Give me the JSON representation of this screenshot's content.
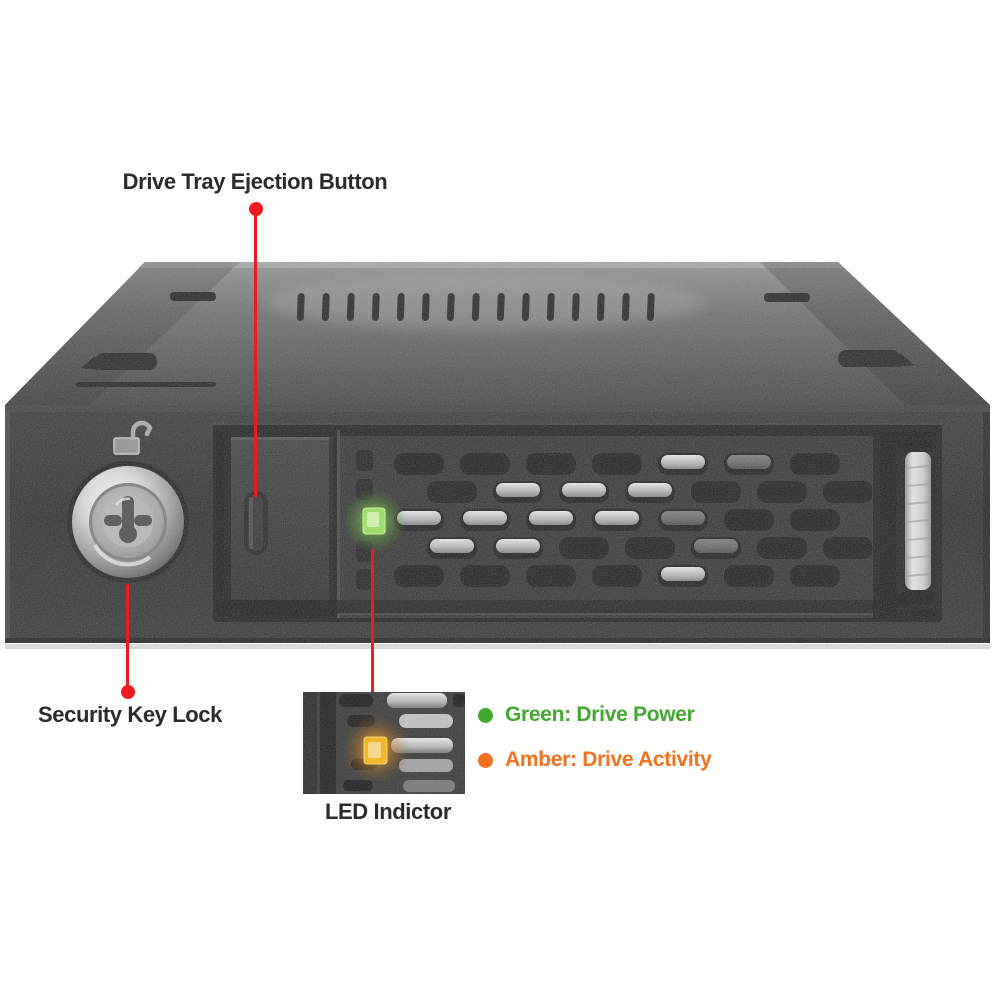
{
  "callouts": {
    "drive_tray_ejection_button": "Drive Tray Ejection Button",
    "security_key_lock": "Security Key Lock",
    "led_indicator": "LED Indictor"
  },
  "legend": {
    "items": [
      {
        "text": "Green: Drive Power",
        "color": "#43a82e"
      },
      {
        "text": "Amber: Drive Activity",
        "color": "#f4711d"
      }
    ]
  },
  "colors": {
    "callout_line": "#ec1b21",
    "label_text": "#2b2b2b",
    "green_led": "#8fe24d",
    "amber_led": "#ffb200",
    "chassis_dark": "#1c1c1c"
  }
}
